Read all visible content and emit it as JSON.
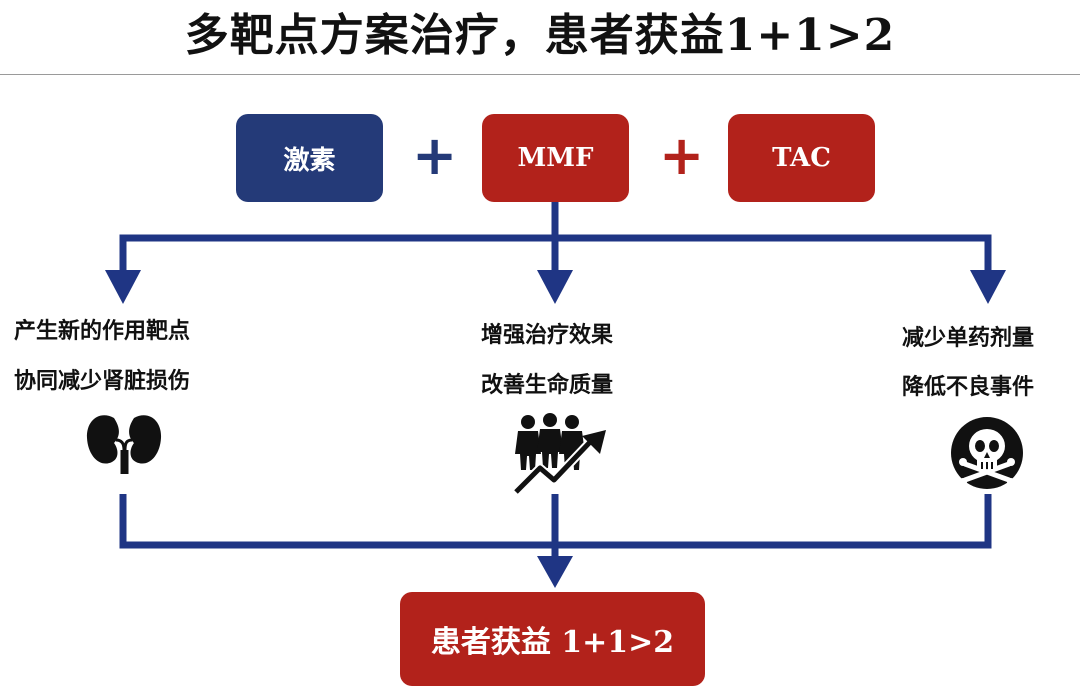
{
  "title": "多靶点方案治疗，患者获益1+1>2",
  "regimen": {
    "drugs": [
      "激素",
      "MMF",
      "TAC"
    ],
    "operators": [
      "+",
      "+"
    ]
  },
  "benefits": [
    {
      "line1": "产生新的作用靶点",
      "line2": "协同减少肾脏损伤",
      "icon": "kidney-icon"
    },
    {
      "line1": "增强治疗效果",
      "line2": "改善生命质量",
      "icon": "people-growth-icon"
    },
    {
      "line1": "减少单药剂量",
      "line2": "降低不良事件",
      "icon": "skull-crossbones-icon"
    }
  ],
  "result": "患者获益 1+1>2",
  "colors": {
    "navy": "#243a78",
    "red": "#b2221b",
    "arrow": "#1f3584"
  }
}
